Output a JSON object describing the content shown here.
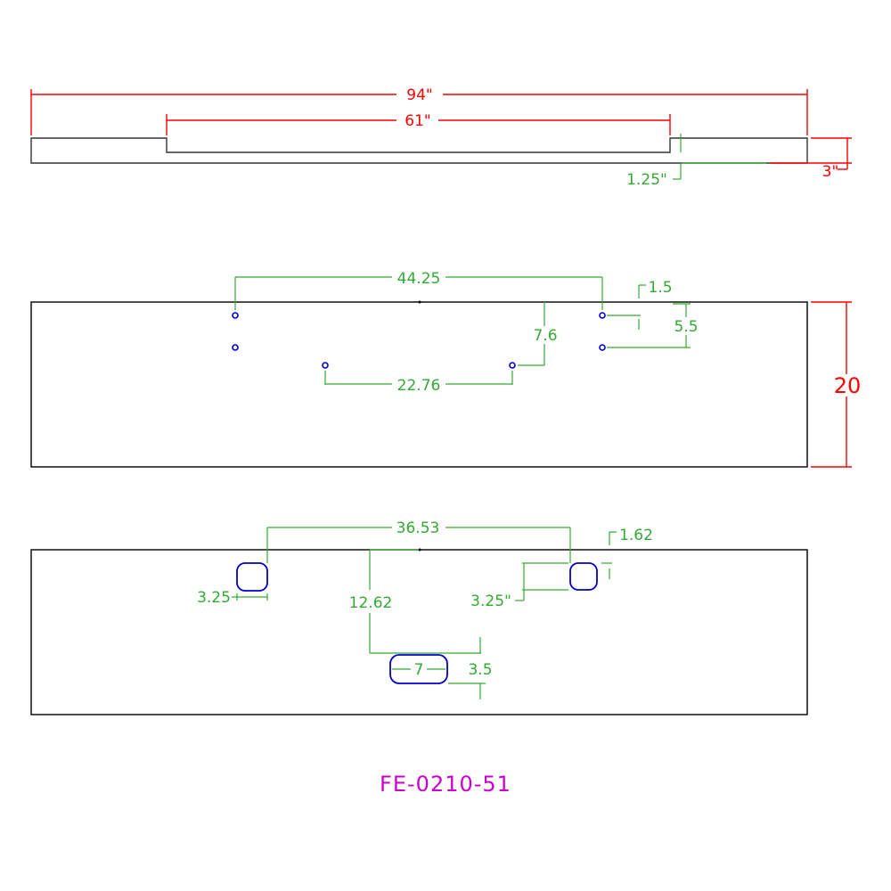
{
  "colors": {
    "outline": "#000000",
    "overall_dim": "#ff0000",
    "detail_dim": "#33aa33",
    "holes": "#0000cc",
    "part_number": "#cc00cc"
  },
  "side_view": {
    "overall_length": "94\"",
    "center_length": "61\"",
    "notch_depth": "1.25\"",
    "height": "3\""
  },
  "top_view": {
    "hole_spacing_outer": "44.25",
    "hole_spacing_inner": "22.76",
    "vertical_offset": "7.6",
    "edge_offset": "1.5",
    "hole_pair_spacing": "5.5",
    "width": "20"
  },
  "bottom_view": {
    "slot_spacing": "36.53",
    "edge_offset": "1.62",
    "left_slot_size": "3.25",
    "right_slot_size": "3.25\"",
    "center_slot_depth": "12.62",
    "center_slot_length": "7",
    "center_slot_height": "3.5"
  },
  "part_number": "FE-0210-51"
}
